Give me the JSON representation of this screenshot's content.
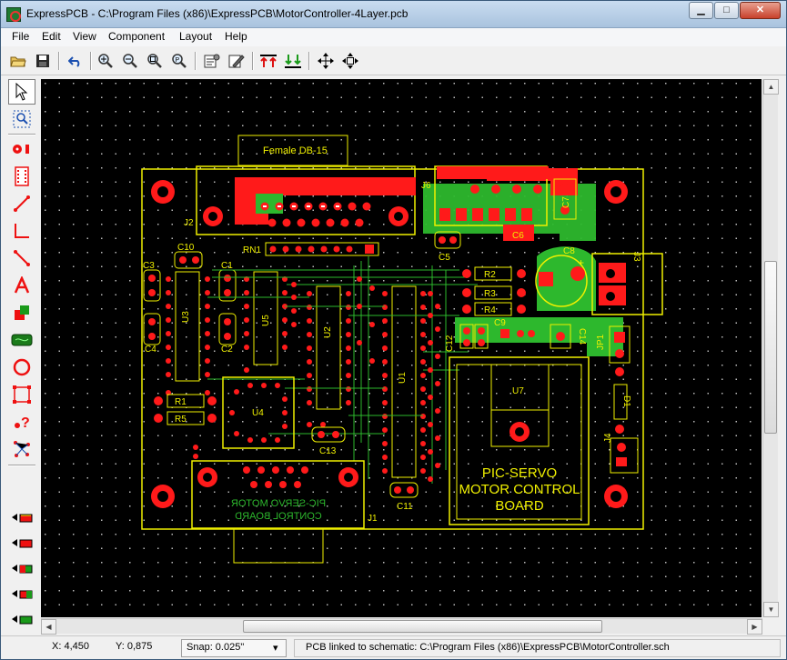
{
  "window": {
    "title": "ExpressPCB - C:\\Program Files (x86)\\ExpressPCB\\MotorController-4Layer.pcb",
    "min_label": "▁",
    "max_label": "□",
    "close_label": "✕"
  },
  "menu": [
    "File",
    "Edit",
    "View",
    "Component",
    "Layout",
    "Help"
  ],
  "colors": {
    "board_outline": "#f0f000",
    "copper_top": "#ff1a1a",
    "copper_bottom": "#2db82d",
    "silkscreen": "#f0f000",
    "canvas": "#000000"
  },
  "pcb": {
    "connector_top": "Female DB-15",
    "labels": {
      "j2": "J2",
      "j6": "J6",
      "j3": "J3",
      "j4": "J4",
      "j1": "J1",
      "c7": "C7",
      "c6": "C6",
      "c5": "C5",
      "c8": "C8",
      "c10": "C10",
      "c3": "C3",
      "c1": "C1",
      "c4": "C4",
      "c2": "C2",
      "rn1": "RN1",
      "u3": "U3",
      "u5": "U5",
      "u2": "U2",
      "u1": "U1",
      "r2": "R2",
      "r3": "R3",
      "r4": "R4",
      "c9": "C9",
      "c12": "C12",
      "c14": "C14",
      "d1": "D1",
      "jp1": "JP1",
      "r1": "R1",
      "r5": "R5",
      "u4": "U4",
      "c13": "C13",
      "c11": "C11",
      "u7": "U7"
    },
    "board_text_1": "PIC-SERVO",
    "board_text_2": "MOTOR CONTROL",
    "board_text_3": "BOARD",
    "mirror_text_1": "PIC-SERVO MOTOR",
    "mirror_text_2": "CONTROL BOARD"
  },
  "status": {
    "x": "X: 4,450",
    "y": "Y: 0,875",
    "snap": "Snap:  0.025\"",
    "snap_arrow": "▾",
    "link": "PCB linked to schematic:  C:\\Program Files (x86)\\ExpressPCB\\MotorController.sch"
  }
}
